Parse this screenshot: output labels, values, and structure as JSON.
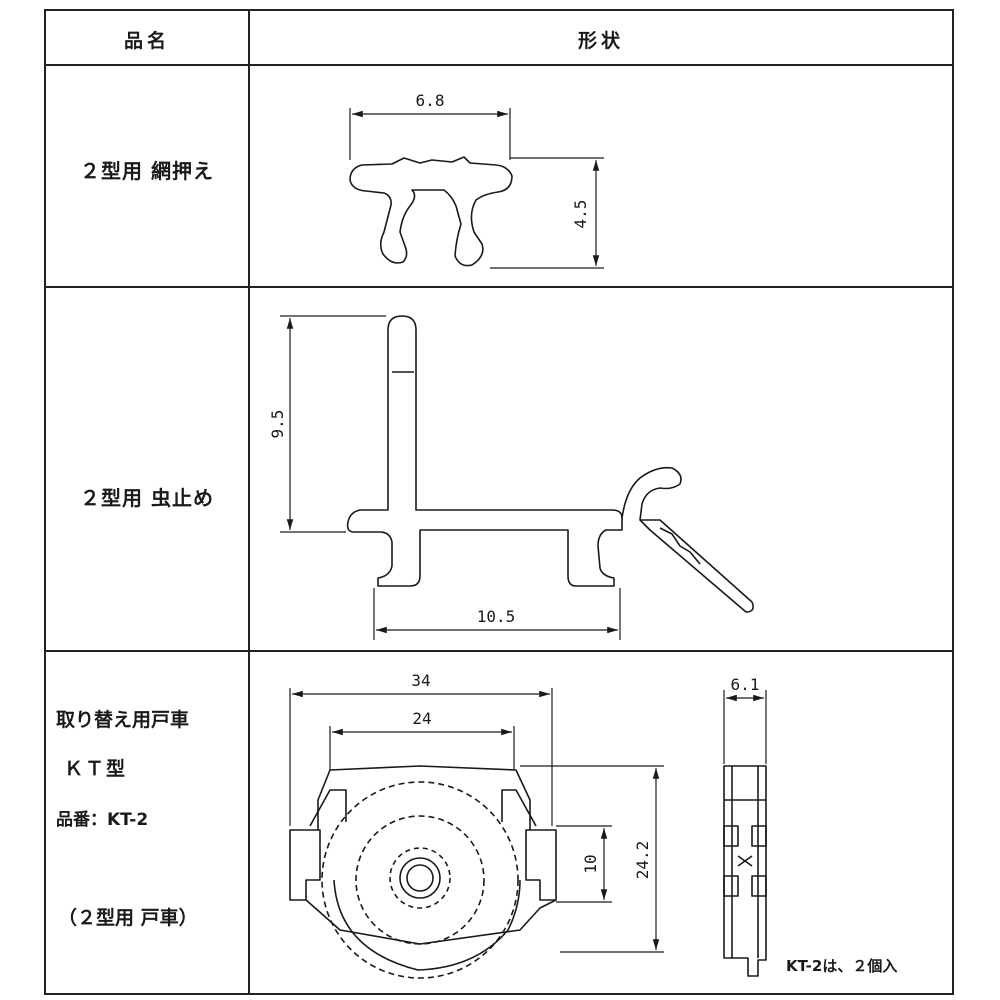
{
  "table": {
    "header": {
      "col_name": "品名",
      "col_shape": "形状"
    },
    "rows": [
      {
        "name": "２型用 網押え",
        "dims": {
          "width": "6.8",
          "height": "4.5"
        }
      },
      {
        "name": "２型用 虫止め",
        "dims": {
          "height": "9.5",
          "width": "10.5"
        }
      },
      {
        "name_line1": "取り替え用戸車",
        "name_line2": "ＫＴ型",
        "part_no": "品番：KT-2",
        "name_line3": "（２型用 戸車）",
        "dims": {
          "outer_width": "34",
          "inner_width": "24",
          "wheel": "10",
          "height": "24.2",
          "thickness": "6.1"
        },
        "note": "KT-2は、２個入"
      }
    ]
  }
}
